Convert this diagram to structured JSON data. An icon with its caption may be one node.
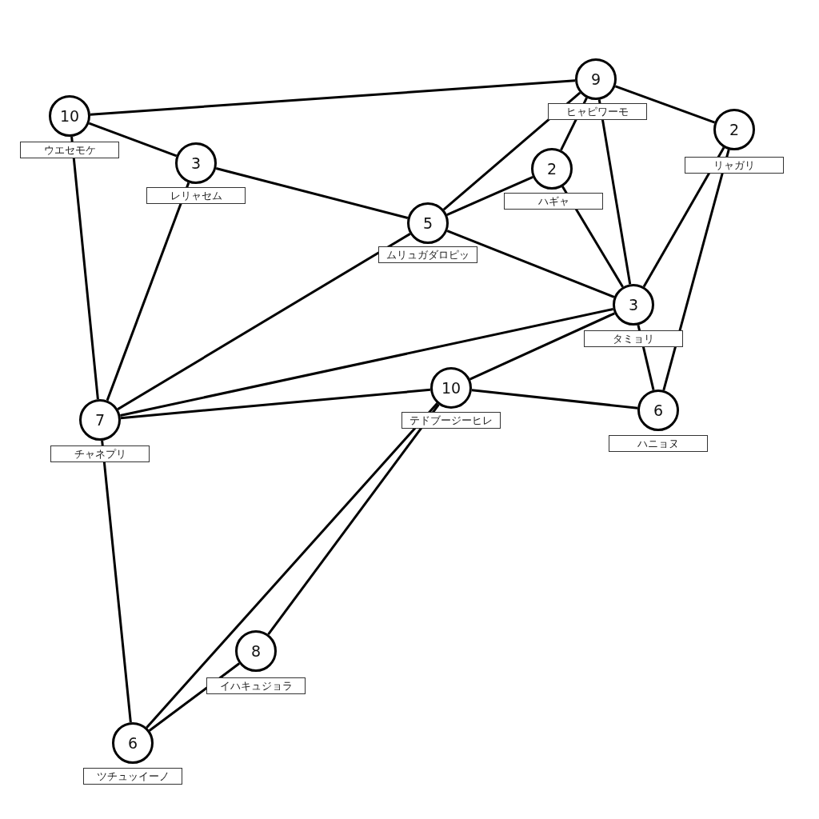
{
  "diagram": {
    "nodes": [
      {
        "text": [
          "10"
        ],
        "beside": [
          "ウエセモケ"
        ]
      },
      {
        "text": [
          "3"
        ],
        "beside": [
          "レリャセム"
        ]
      },
      {
        "text": [
          "9"
        ],
        "beside": [
          "ヒャピワーモ"
        ]
      },
      {
        "text": [
          "2"
        ],
        "beside": [
          "ハギャ"
        ]
      },
      {
        "text": [
          "2"
        ],
        "beside": [
          "リャガリ"
        ]
      },
      {
        "text": [
          "5"
        ],
        "beside": [
          "ムリュガダロピッ"
        ]
      },
      {
        "text": [
          "3"
        ],
        "beside": [
          "タミョリ"
        ]
      },
      {
        "text": [
          "10"
        ],
        "beside": [
          "テドブージーヒレ"
        ]
      },
      {
        "text": [
          "6"
        ],
        "beside": [
          "ハニョヌ"
        ]
      },
      {
        "text": [
          "7"
        ],
        "beside": [
          "チャネプリ"
        ]
      },
      {
        "text": [
          "8"
        ],
        "beside": [
          "イハキュジョラ"
        ]
      },
      {
        "text": [
          "6"
        ],
        "beside": [
          "ツチュッイーノ"
        ]
      }
    ],
    "edges": [
      {
        "from": 0,
        "to": 2,
        "arrow": "none"
      },
      {
        "from": 0,
        "to": 1,
        "arrow": "none"
      },
      {
        "from": 0,
        "to": 9,
        "arrow": "none"
      },
      {
        "from": 1,
        "to": 5,
        "arrow": "none"
      },
      {
        "from": 1,
        "to": 9,
        "arrow": "none"
      },
      {
        "from": 2,
        "to": 5,
        "arrow": "none"
      },
      {
        "from": 2,
        "to": 3,
        "arrow": "none"
      },
      {
        "from": 2,
        "to": 6,
        "arrow": "none"
      },
      {
        "from": 2,
        "to": 4,
        "arrow": "none"
      },
      {
        "from": 3,
        "to": 5,
        "arrow": "none"
      },
      {
        "from": 3,
        "to": 6,
        "arrow": "none"
      },
      {
        "from": 4,
        "to": 6,
        "arrow": "none"
      },
      {
        "from": 4,
        "to": 8,
        "arrow": "none"
      },
      {
        "from": 5,
        "to": 6,
        "arrow": "none"
      },
      {
        "from": 5,
        "to": 9,
        "arrow": "none"
      },
      {
        "from": 6,
        "to": 9,
        "arrow": "none"
      },
      {
        "from": 6,
        "to": 7,
        "arrow": "none"
      },
      {
        "from": 6,
        "to": 8,
        "arrow": "none"
      },
      {
        "from": 7,
        "to": 9,
        "arrow": "none"
      },
      {
        "from": 7,
        "to": 8,
        "arrow": "none"
      },
      {
        "from": 7,
        "to": 11,
        "arrow": "none"
      },
      {
        "from": 7,
        "to": 10,
        "arrow": "none"
      },
      {
        "from": 9,
        "to": 11,
        "arrow": "none"
      },
      {
        "from": 10,
        "to": 11,
        "arrow": "none"
      }
    ]
  }
}
